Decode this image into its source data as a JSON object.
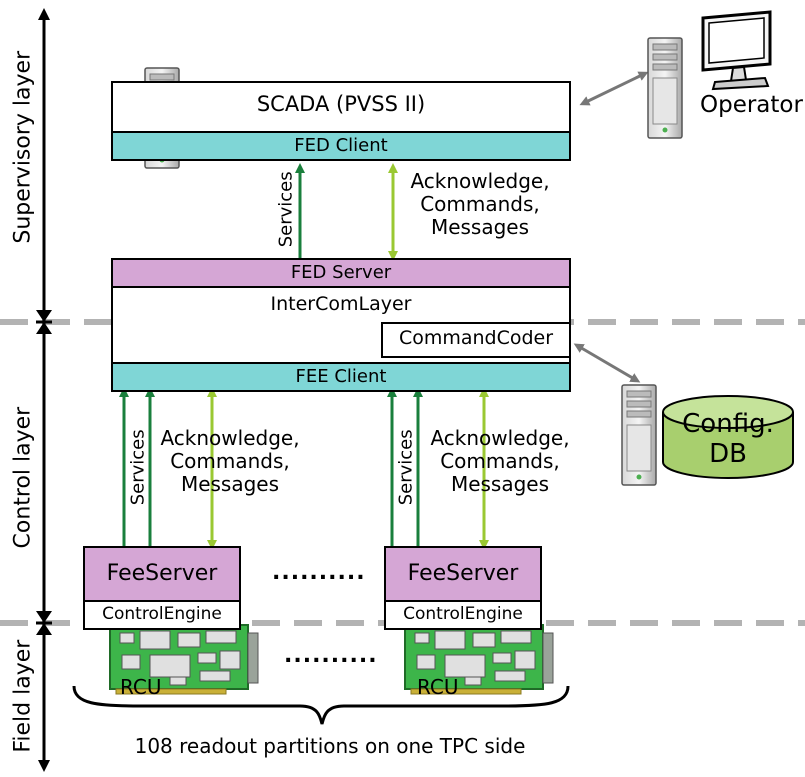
{
  "layers": {
    "supervisory": "Supervisory layer",
    "control": "Control layer",
    "field": "Field layer"
  },
  "scada": {
    "title": "SCADA (PVSS II)",
    "fed_client": "FED Client"
  },
  "operator": "Operator",
  "fed_server": "FED Server",
  "intercom": "InterComLayer",
  "command_coder": "CommandCoder",
  "fee_client": "FEE Client",
  "config_db": {
    "line1": "Config.",
    "line2": "DB"
  },
  "links": {
    "services": "Services",
    "ack_line1": "Acknowledge,",
    "ack_line2": "Commands,",
    "ack_line3": "Messages"
  },
  "feeserver": "FeeServer",
  "control_engine": "ControlEngine",
  "dots": "..........",
  "rcu": "RCU",
  "footer": "108 readout partitions on one TPC side",
  "colors": {
    "cyan": "#7fd6d6",
    "lilac": "#d5a6d5",
    "green_arrow": "#1a7f3c",
    "lime_arrow": "#9ac832",
    "db_fill": "#a8cf6e",
    "pcb": "#3db54a",
    "dash": "#b3b3b3"
  }
}
